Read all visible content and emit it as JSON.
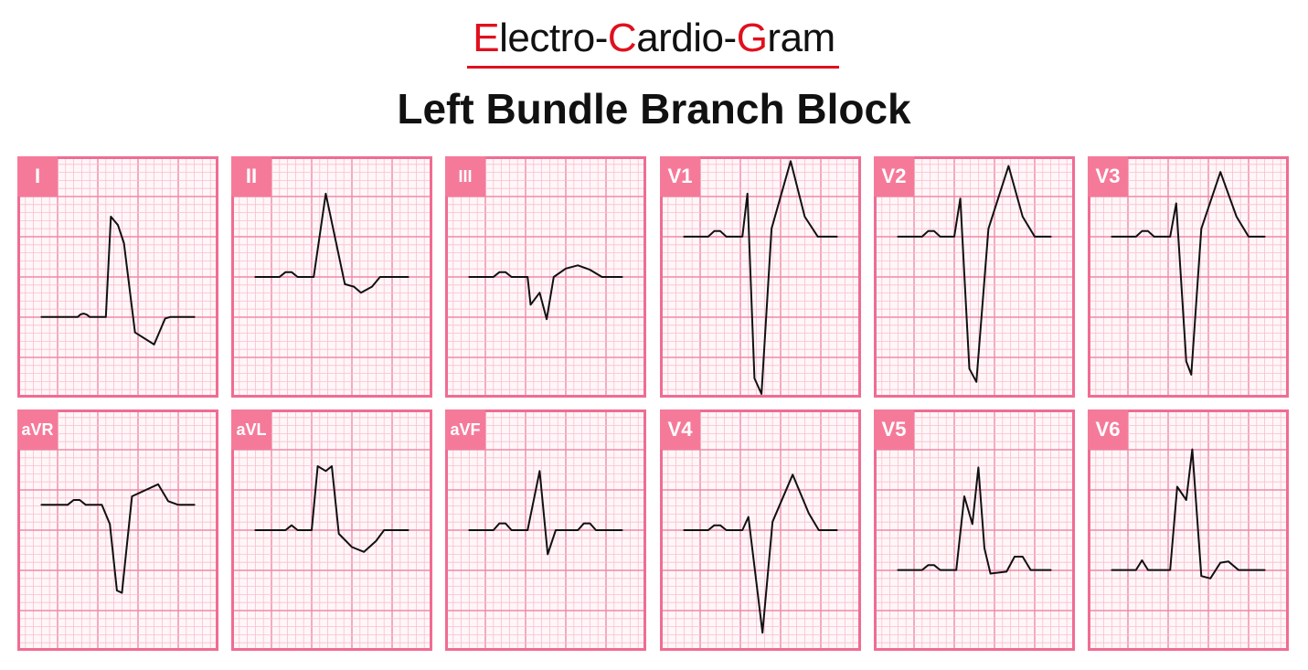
{
  "header": {
    "brand": {
      "part1_hl": "E",
      "part1_rest": "lectro-",
      "part2_hl": "C",
      "part2_rest": "ardio-",
      "part3_hl": "G",
      "part3_rest": "ram"
    },
    "title": "Left Bundle Branch Block"
  },
  "colors": {
    "accent_red": "#e0101e",
    "grid_minor": "#f7c0d0",
    "grid_major": "#ef8aa7",
    "frame": "#f06c93",
    "label_bg": "#f57a9a",
    "trace": "#111111"
  },
  "leads": [
    {
      "label": "I",
      "row": 0,
      "col": 0,
      "trace": [
        [
          0.12,
          0.666
        ],
        [
          0.3,
          0.666
        ],
        [
          0.315,
          0.655
        ],
        [
          0.33,
          0.652
        ],
        [
          0.345,
          0.656
        ],
        [
          0.36,
          0.666
        ],
        [
          0.44,
          0.666
        ],
        [
          0.465,
          0.25
        ],
        [
          0.5,
          0.285
        ],
        [
          0.53,
          0.36
        ],
        [
          0.585,
          0.73
        ],
        [
          0.68,
          0.78
        ],
        [
          0.735,
          0.672
        ],
        [
          0.76,
          0.666
        ],
        [
          0.88,
          0.666
        ]
      ]
    },
    {
      "label": "II",
      "row": 0,
      "col": 1,
      "trace": [
        [
          0.12,
          0.5
        ],
        [
          0.24,
          0.5
        ],
        [
          0.27,
          0.48
        ],
        [
          0.3,
          0.48
        ],
        [
          0.33,
          0.5
        ],
        [
          0.41,
          0.5
        ],
        [
          0.47,
          0.155
        ],
        [
          0.565,
          0.53
        ],
        [
          0.61,
          0.54
        ],
        [
          0.645,
          0.565
        ],
        [
          0.7,
          0.54
        ],
        [
          0.74,
          0.5
        ],
        [
          0.88,
          0.5
        ]
      ]
    },
    {
      "label": "III",
      "row": 0,
      "col": 2,
      "trace": [
        [
          0.12,
          0.5
        ],
        [
          0.24,
          0.5
        ],
        [
          0.27,
          0.48
        ],
        [
          0.3,
          0.48
        ],
        [
          0.33,
          0.5
        ],
        [
          0.41,
          0.5
        ],
        [
          0.425,
          0.615
        ],
        [
          0.47,
          0.565
        ],
        [
          0.505,
          0.675
        ],
        [
          0.54,
          0.5
        ],
        [
          0.6,
          0.465
        ],
        [
          0.66,
          0.452
        ],
        [
          0.72,
          0.47
        ],
        [
          0.78,
          0.5
        ],
        [
          0.88,
          0.5
        ]
      ]
    },
    {
      "label": "V1",
      "row": 0,
      "col": 3,
      "trace": [
        [
          0.12,
          0.333
        ],
        [
          0.24,
          0.333
        ],
        [
          0.27,
          0.31
        ],
        [
          0.3,
          0.31
        ],
        [
          0.33,
          0.333
        ],
        [
          0.41,
          0.333
        ],
        [
          0.435,
          0.155
        ],
        [
          0.47,
          0.92
        ],
        [
          0.505,
          0.985
        ],
        [
          0.555,
          0.3
        ],
        [
          0.65,
          0.02
        ],
        [
          0.72,
          0.25
        ],
        [
          0.785,
          0.333
        ],
        [
          0.88,
          0.333
        ]
      ]
    },
    {
      "label": "V2",
      "row": 0,
      "col": 4,
      "trace": [
        [
          0.12,
          0.333
        ],
        [
          0.24,
          0.333
        ],
        [
          0.27,
          0.31
        ],
        [
          0.3,
          0.31
        ],
        [
          0.33,
          0.333
        ],
        [
          0.4,
          0.333
        ],
        [
          0.43,
          0.175
        ],
        [
          0.475,
          0.88
        ],
        [
          0.51,
          0.935
        ],
        [
          0.57,
          0.3
        ],
        [
          0.67,
          0.04
        ],
        [
          0.74,
          0.25
        ],
        [
          0.8,
          0.333
        ],
        [
          0.88,
          0.333
        ]
      ]
    },
    {
      "label": "V3",
      "row": 0,
      "col": 5,
      "trace": [
        [
          0.12,
          0.333
        ],
        [
          0.24,
          0.333
        ],
        [
          0.27,
          0.31
        ],
        [
          0.3,
          0.31
        ],
        [
          0.33,
          0.333
        ],
        [
          0.41,
          0.333
        ],
        [
          0.44,
          0.195
        ],
        [
          0.49,
          0.85
        ],
        [
          0.515,
          0.905
        ],
        [
          0.565,
          0.3
        ],
        [
          0.66,
          0.065
        ],
        [
          0.74,
          0.25
        ],
        [
          0.8,
          0.333
        ],
        [
          0.88,
          0.333
        ]
      ]
    },
    {
      "label": "aVR",
      "row": 1,
      "col": 0,
      "trace": [
        [
          0.12,
          0.395
        ],
        [
          0.25,
          0.395
        ],
        [
          0.28,
          0.375
        ],
        [
          0.31,
          0.375
        ],
        [
          0.34,
          0.395
        ],
        [
          0.42,
          0.395
        ],
        [
          0.46,
          0.475
        ],
        [
          0.495,
          0.75
        ],
        [
          0.52,
          0.76
        ],
        [
          0.57,
          0.36
        ],
        [
          0.7,
          0.31
        ],
        [
          0.75,
          0.38
        ],
        [
          0.8,
          0.395
        ],
        [
          0.88,
          0.395
        ]
      ]
    },
    {
      "label": "aVL",
      "row": 1,
      "col": 1,
      "trace": [
        [
          0.12,
          0.5
        ],
        [
          0.27,
          0.5
        ],
        [
          0.3,
          0.48
        ],
        [
          0.33,
          0.5
        ],
        [
          0.4,
          0.5
        ],
        [
          0.43,
          0.235
        ],
        [
          0.47,
          0.255
        ],
        [
          0.5,
          0.235
        ],
        [
          0.535,
          0.515
        ],
        [
          0.6,
          0.57
        ],
        [
          0.66,
          0.59
        ],
        [
          0.72,
          0.545
        ],
        [
          0.76,
          0.5
        ],
        [
          0.88,
          0.5
        ]
      ]
    },
    {
      "label": "aVF",
      "row": 1,
      "col": 2,
      "trace": [
        [
          0.12,
          0.5
        ],
        [
          0.24,
          0.5
        ],
        [
          0.27,
          0.472
        ],
        [
          0.3,
          0.472
        ],
        [
          0.33,
          0.5
        ],
        [
          0.41,
          0.5
        ],
        [
          0.47,
          0.255
        ],
        [
          0.51,
          0.6
        ],
        [
          0.55,
          0.5
        ],
        [
          0.66,
          0.5
        ],
        [
          0.69,
          0.472
        ],
        [
          0.72,
          0.472
        ],
        [
          0.75,
          0.5
        ],
        [
          0.88,
          0.5
        ]
      ]
    },
    {
      "label": "V4",
      "row": 1,
      "col": 3,
      "trace": [
        [
          0.12,
          0.5
        ],
        [
          0.24,
          0.5
        ],
        [
          0.27,
          0.48
        ],
        [
          0.3,
          0.48
        ],
        [
          0.33,
          0.5
        ],
        [
          0.41,
          0.5
        ],
        [
          0.44,
          0.445
        ],
        [
          0.51,
          0.925
        ],
        [
          0.56,
          0.465
        ],
        [
          0.66,
          0.27
        ],
        [
          0.74,
          0.43
        ],
        [
          0.79,
          0.5
        ],
        [
          0.88,
          0.5
        ]
      ]
    },
    {
      "label": "V5",
      "row": 1,
      "col": 4,
      "trace": [
        [
          0.12,
          0.665
        ],
        [
          0.24,
          0.665
        ],
        [
          0.27,
          0.645
        ],
        [
          0.3,
          0.645
        ],
        [
          0.33,
          0.665
        ],
        [
          0.41,
          0.665
        ],
        [
          0.45,
          0.36
        ],
        [
          0.49,
          0.475
        ],
        [
          0.52,
          0.24
        ],
        [
          0.55,
          0.575
        ],
        [
          0.58,
          0.68
        ],
        [
          0.66,
          0.672
        ],
        [
          0.7,
          0.61
        ],
        [
          0.74,
          0.61
        ],
        [
          0.78,
          0.665
        ],
        [
          0.88,
          0.665
        ]
      ]
    },
    {
      "label": "V6",
      "row": 1,
      "col": 5,
      "trace": [
        [
          0.12,
          0.665
        ],
        [
          0.24,
          0.665
        ],
        [
          0.27,
          0.625
        ],
        [
          0.3,
          0.665
        ],
        [
          0.41,
          0.665
        ],
        [
          0.445,
          0.32
        ],
        [
          0.49,
          0.375
        ],
        [
          0.52,
          0.165
        ],
        [
          0.565,
          0.69
        ],
        [
          0.61,
          0.7
        ],
        [
          0.66,
          0.635
        ],
        [
          0.7,
          0.63
        ],
        [
          0.75,
          0.665
        ],
        [
          0.88,
          0.665
        ]
      ]
    }
  ]
}
